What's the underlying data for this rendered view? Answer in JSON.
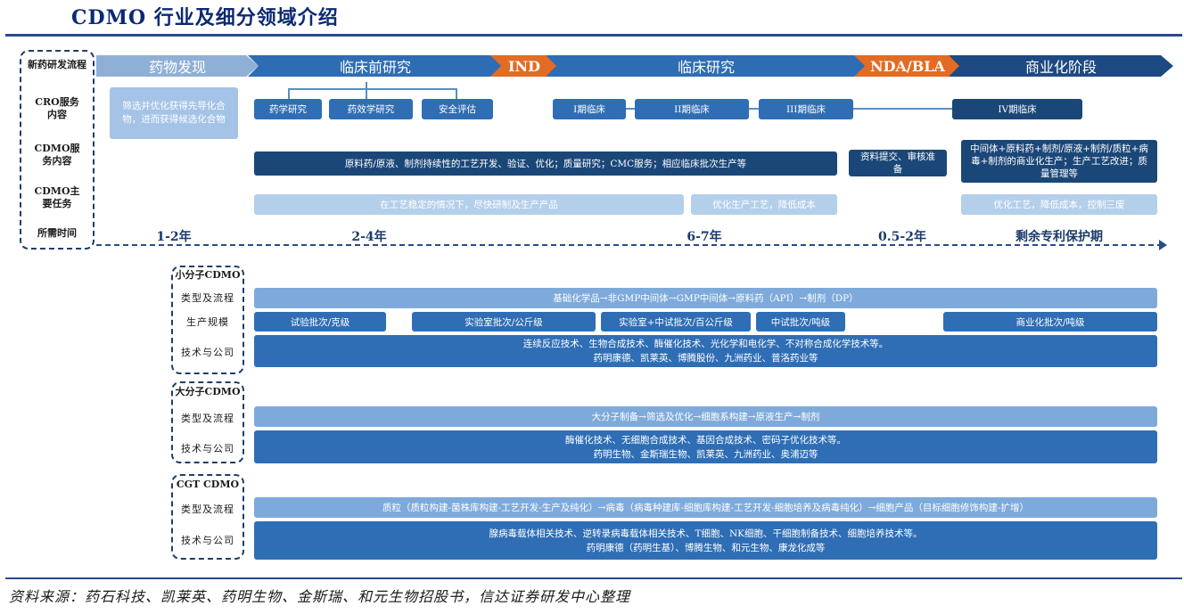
{
  "title": "CDMO 行业及细分领域介绍",
  "left_labels": {
    "flow": "新药研发流程",
    "cro": "CRO服务\n内容",
    "cdmo_service": "CDMO服\n务内容",
    "cdmo_task": "CDMO主\n要任务",
    "time": "所需时间"
  },
  "stages": [
    "药物发现",
    "临床前研究",
    "IND",
    "临床研究",
    "NDA/BLA",
    "商业化阶段"
  ],
  "cro": {
    "discovery": "筛选并优化获得先导化合物，进而获得候选化合物",
    "preclinical": [
      "药学研究",
      "药效学研究",
      "安全评估"
    ],
    "clinical": [
      "I期临床",
      "II期临床",
      "III期临床"
    ],
    "commercial": "IV期临床"
  },
  "cdmo_service": {
    "main": "原料药/原液、制剂持续性的工艺开发、验证、优化；质量研究；CMC服务；相应临床批次生产等",
    "nda": "资料提交、审核准备",
    "commercial": "中间体+原料药+制剂/原液+制剂/质粒+病毒+制剂的商业化生产；生产工艺改进；质量管理等"
  },
  "cdmo_task": {
    "t1": "在工艺稳定的情况下，尽快研制及生产产品",
    "t2": "优化生产工艺，降低成本",
    "t3": "优化工艺，降低成本，控制三废"
  },
  "times": [
    "1-2年",
    "2-4年",
    "6-7年",
    "0.5-2年",
    "剩余专利保护期"
  ],
  "small": {
    "title": "小分子CDMO",
    "labels": [
      "类型及流程",
      "生产规模",
      "技术与公司"
    ],
    "flow": "基础化学品→非GMP中间体→GMP中间体→原料药（API）→制剂（DP）",
    "scales": [
      "试验批次/克级",
      "实验室批次/公斤级",
      "实验室+中试批次/百公斤级",
      "中试批次/吨级",
      "商业化批次/吨级"
    ],
    "tech": "连续反应技术、生物合成技术、酶催化技术、光化学和电化学、不对称合成化学技术等。",
    "companies": "药明康德、凯莱英、博腾股份、九洲药业、普洛药业等"
  },
  "large": {
    "title": "大分子CDMO",
    "labels": [
      "类型及流程",
      "技术与公司"
    ],
    "flow": "大分子制备→筛选及优化→细胞系构建→原液生产→制剂",
    "tech": "酶催化技术、无细胞合成技术、基因合成技术、密码子优化技术等。",
    "companies": "药明生物、金斯瑞生物、凯莱英、九洲药业、奥浦迈等"
  },
  "cgt": {
    "title": "CGT CDMO",
    "labels": [
      "类型及流程",
      "技术与公司"
    ],
    "flow": "质粒（质粒构建-菌株库构建-工艺开发-生产及纯化）→病毒（病毒种建库-细胞库构建-工艺开发-细胞培养及病毒纯化）→细胞产品（目标细胞修饰构建-扩增）",
    "tech": "腺病毒载体相关技术、逆转录病毒载体相关技术、T细胞、NK细胞、干细胞制备技术、细胞培养技术等。",
    "companies": "药明康德（药明生基）、博腾生物、和元生物、康龙化成等"
  },
  "source": "资料来源：药石科技、凯莱英、药明生物、金斯瑞、和元生物招股书，信达证券研发中心整理"
}
